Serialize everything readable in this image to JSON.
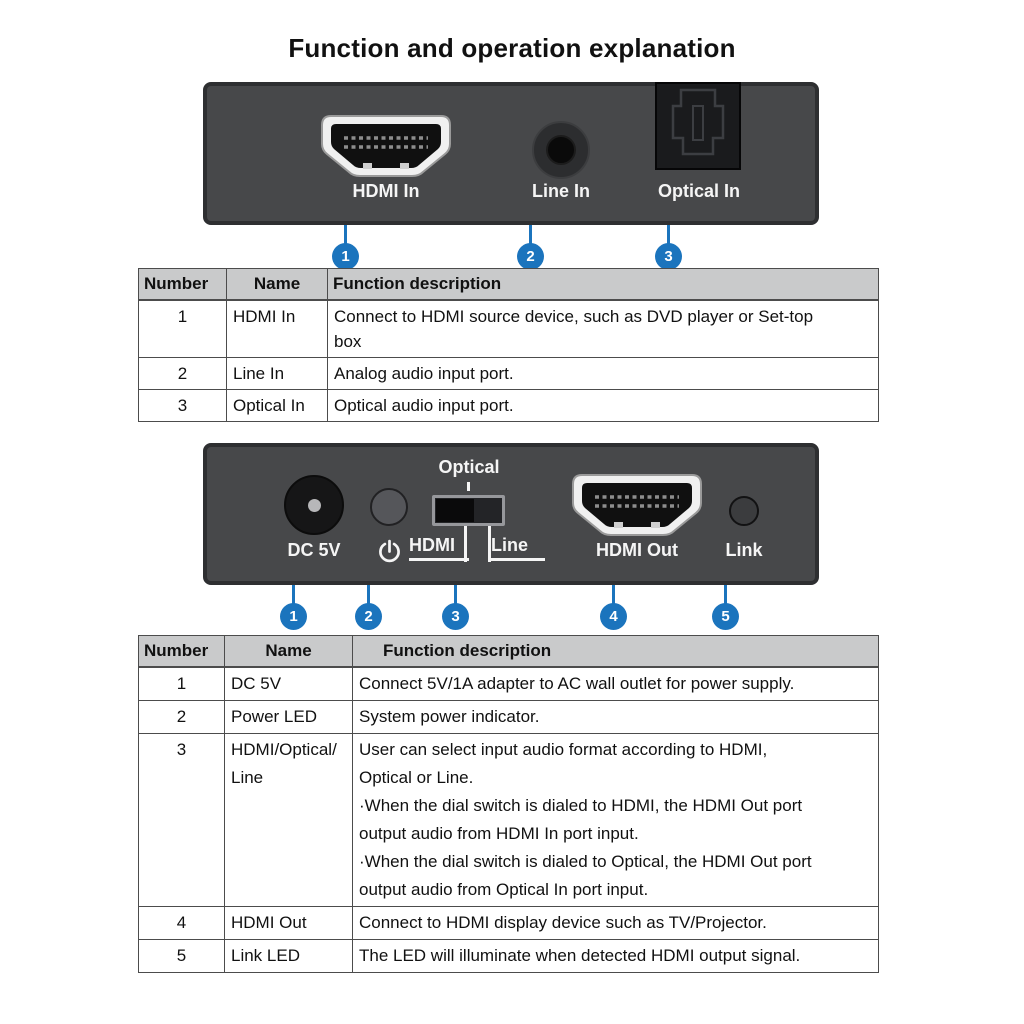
{
  "title": "Function and operation explanation",
  "colors": {
    "accent_blue": "#1b74bd",
    "device_body": "#47484a",
    "table_header_bg": "#c9cacb"
  },
  "front_panel": {
    "hdmi_in_label": "HDMI In",
    "line_in_label": "Line In",
    "optical_in_label": "Optical In",
    "callouts": [
      "1",
      "2",
      "3"
    ]
  },
  "back_panel": {
    "dc_label": "DC 5V",
    "power_icon": "power-symbol",
    "optical_label": "Optical",
    "hdmi_label": "HDMI",
    "line_label": "Line",
    "hdmi_out_label": "HDMI Out",
    "link_label": "Link",
    "callouts": [
      "1",
      "2",
      "3",
      "4",
      "5"
    ]
  },
  "table1": {
    "headers": [
      "Number",
      "Name",
      "Function description"
    ],
    "rows": [
      {
        "number": "1",
        "name": "HDMI In",
        "description": "Connect to HDMI source device, such as DVD player or Set-top\nbox"
      },
      {
        "number": "2",
        "name": "Line In",
        "description": "Analog audio input port."
      },
      {
        "number": "3",
        "name": "Optical In",
        "description": "Optical audio input port."
      }
    ]
  },
  "table2": {
    "headers": [
      "Number",
      "Name",
      "Function description"
    ],
    "rows": [
      {
        "number": "1",
        "name": "DC 5V",
        "description": "Connect 5V/1A adapter to AC wall outlet for power supply."
      },
      {
        "number": "2",
        "name": "Power LED",
        "description": "System power indicator."
      },
      {
        "number": "3",
        "name": "HDMI/Optical/\nLine",
        "description": "User can select input audio format according to HDMI,\nOptical or Line.\n·When the dial switch is dialed to HDMI, the HDMI Out port\noutput audio from HDMI In port input.\n·When the dial switch is dialed to Optical, the HDMI Out port\noutput audio from Optical In port input."
      },
      {
        "number": "4",
        "name": "HDMI Out",
        "description": "Connect to HDMI display device such as TV/Projector."
      },
      {
        "number": "5",
        "name": "Link LED",
        "description": "The LED will illuminate when detected HDMI output signal."
      }
    ]
  }
}
